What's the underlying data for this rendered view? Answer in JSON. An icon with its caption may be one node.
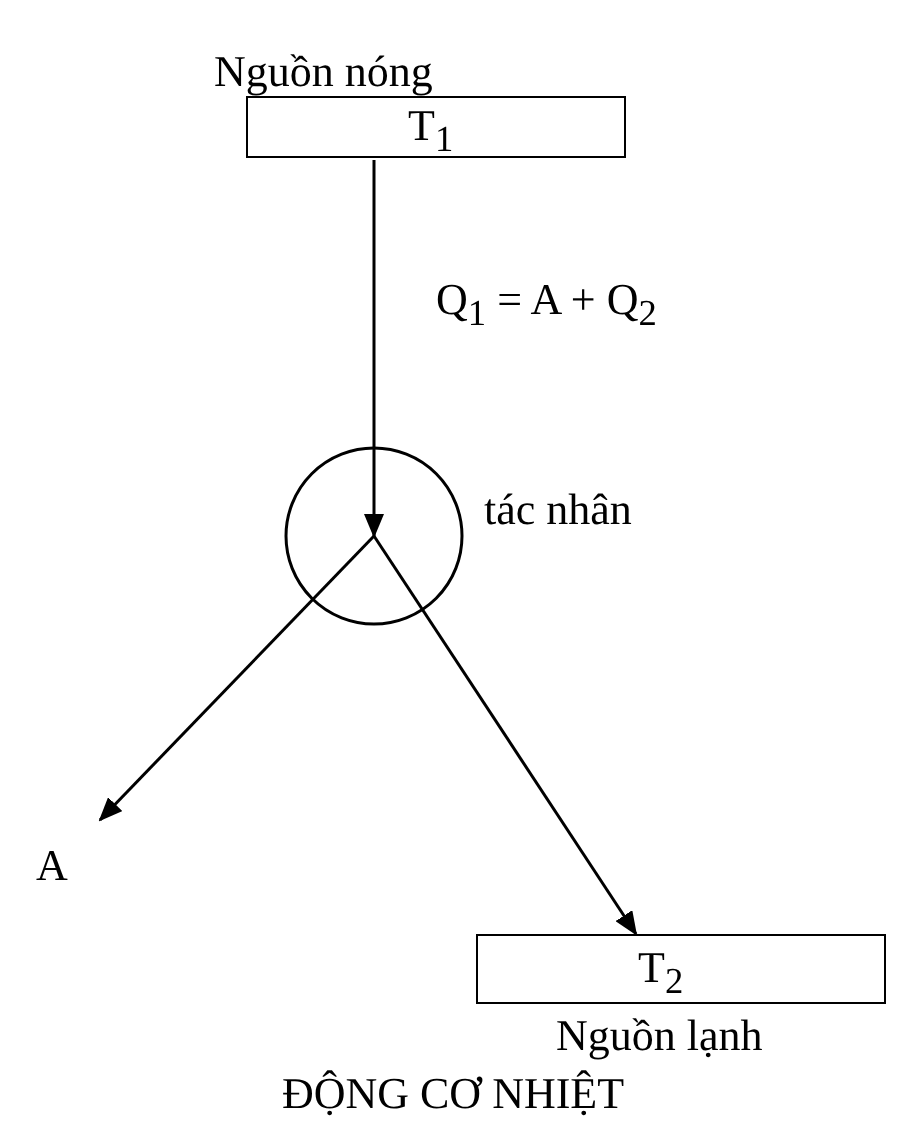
{
  "diagram": {
    "title": "ĐỘNG CƠ NHIỆT",
    "nodes": [
      {
        "text": [
          "Nguồn nóng",
          "T$_{1}$"
        ]
      },
      {
        "text": [],
        "shape": "circle",
        "beside": [
          "tác nhân"
        ]
      },
      {
        "text": [
          "A"
        ]
      },
      {
        "text": [
          "T$_{2}$",
          "Nguồn lạnh"
        ]
      }
    ],
    "edges": [
      {
        "from": 0,
        "to": 1,
        "arrow": "to",
        "label": "Q$_{1}$ = A + Q$_{2}$"
      },
      {
        "from": 1,
        "to": 2,
        "arrow": "to"
      },
      {
        "from": 1,
        "to": 3,
        "arrow": "to"
      }
    ]
  }
}
